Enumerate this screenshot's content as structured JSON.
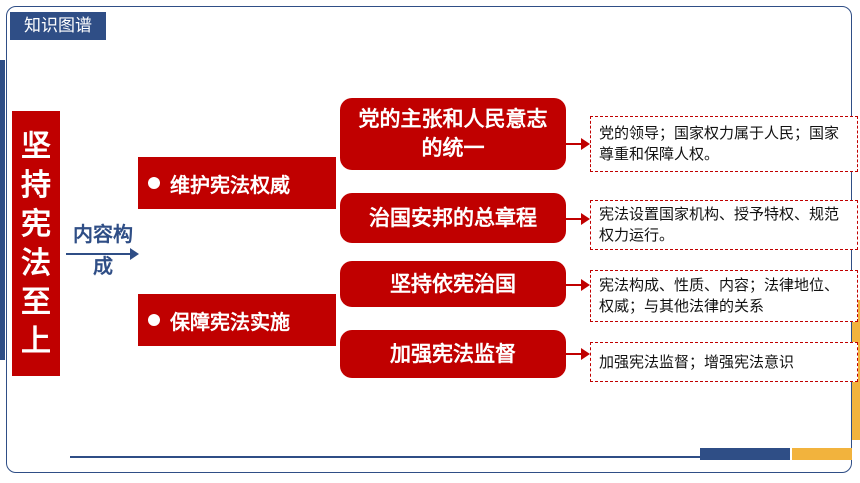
{
  "header": {
    "tag": "知识图谱"
  },
  "title": "坚持宪法至上",
  "link_label": "内容构成",
  "categories": [
    {
      "label": "维护宪法权威"
    },
    {
      "label": "保障宪法实施"
    }
  ],
  "items": [
    {
      "label": "党的主张和人民意志的统一",
      "detail": "党的领导；国家权力属于人民；国家尊重和保障人权。"
    },
    {
      "label": "治国安邦的总章程",
      "detail": "宪法设置国家机构、授予特权、规范权力运行。"
    },
    {
      "label": "坚持依宪治国",
      "detail": "宪法构成、性质、内容；法律地位、权威；与其他法律的关系"
    },
    {
      "label": "加强宪法监督",
      "detail": "加强宪法监督；增强宪法意识"
    }
  ],
  "colors": {
    "accent_red": "#c00000",
    "accent_blue": "#2f4e86",
    "accent_yellow": "#f2b33d"
  }
}
